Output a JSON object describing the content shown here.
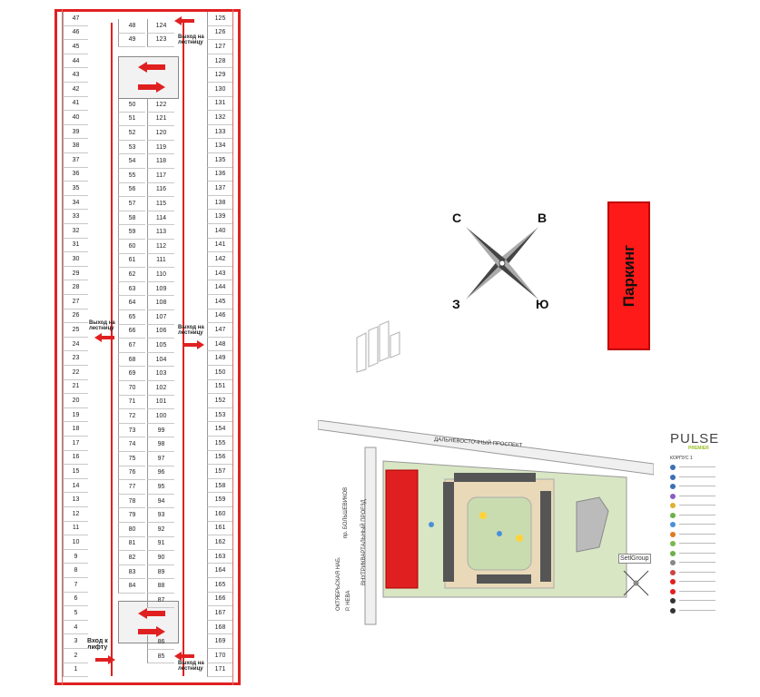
{
  "plan": {
    "left_column": [
      "47",
      "46",
      "45",
      "44",
      "43",
      "42",
      "41",
      "40",
      "39",
      "38",
      "37",
      "36",
      "35",
      "34",
      "33",
      "32",
      "31",
      "30",
      "29",
      "28",
      "27",
      "26",
      "25",
      "24",
      "23",
      "22",
      "21",
      "20",
      "19",
      "18",
      "17",
      "16",
      "15",
      "14",
      "13",
      "12",
      "11",
      "10",
      "9",
      "8",
      "7",
      "6",
      "5",
      "4",
      "3",
      "2",
      "1"
    ],
    "middle_left": [
      "48",
      "49",
      "50",
      "51",
      "52",
      "53",
      "54",
      "55",
      "56",
      "57",
      "58",
      "59",
      "60",
      "61",
      "62",
      "63",
      "64",
      "65",
      "66",
      "67",
      "68",
      "69",
      "70",
      "71",
      "72",
      "73",
      "74",
      "75",
      "76",
      "77",
      "78",
      "79",
      "80",
      "81",
      "82",
      "83",
      "84"
    ],
    "middle_right": [
      "124",
      "123",
      "122",
      "121",
      "120",
      "119",
      "118",
      "117",
      "116",
      "115",
      "114",
      "113",
      "112",
      "111",
      "110",
      "109",
      "108",
      "107",
      "106",
      "105",
      "104",
      "103",
      "102",
      "101",
      "100",
      "99",
      "98",
      "97",
      "96",
      "95",
      "94",
      "93",
      "92",
      "91",
      "90",
      "89",
      "88",
      "87",
      "86",
      "85"
    ],
    "right_column": [
      "125",
      "126",
      "127",
      "128",
      "129",
      "130",
      "131",
      "132",
      "133",
      "134",
      "135",
      "136",
      "137",
      "138",
      "139",
      "140",
      "141",
      "142",
      "143",
      "144",
      "145",
      "146",
      "147",
      "148",
      "149",
      "150",
      "151",
      "152",
      "153",
      "154",
      "155",
      "156",
      "157",
      "158",
      "159",
      "160",
      "161",
      "162",
      "163",
      "164",
      "165",
      "166",
      "167",
      "168",
      "169",
      "170",
      "171"
    ],
    "exit_label": "Выход на лестницу",
    "lift_label": "Вход к лифту"
  },
  "compass": {
    "north": "С",
    "east": "В",
    "west": "З",
    "south": "Ю"
  },
  "parking_label": "Паркинг",
  "site": {
    "street_top": "ДАЛЬНЕВОСТОЧНЫЙ ПРОСПЕКТ",
    "street_left_1": "пр. БОЛЬШЕВИКОВ",
    "street_left_2": "ОКТЯБРЬСКАЯ НАБ.",
    "street_left_3": "Р. НЕВА",
    "street_left_4": "ВНУТРИКВАРТАЛЬНЫЙ ПРОЕЗД",
    "neighbor": "SetlGroup"
  },
  "brand": {
    "name": "PULSE",
    "sub": "PREMIER",
    "korpus": "КОРПУС 1"
  },
  "colors": {
    "accent": "#e02020",
    "parking": "#ff1a1a",
    "grass": "#c9dcb0",
    "brand_green": "#9bbf2a"
  }
}
